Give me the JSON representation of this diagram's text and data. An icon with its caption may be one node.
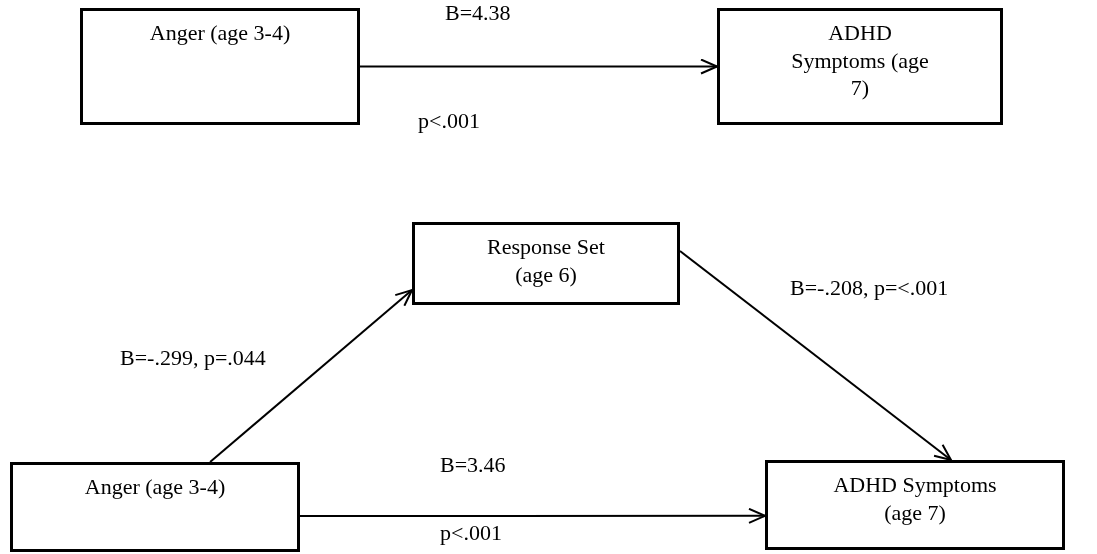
{
  "diagram": {
    "nodes": [
      {
        "text": [
          "Anger (age 3-4)"
        ]
      },
      {
        "text": [
          "ADHD Symptoms (age 7)"
        ]
      },
      {
        "text": [
          "Response Set (age 6)"
        ]
      },
      {
        "text": [
          "Anger (age 3-4)"
        ]
      },
      {
        "text": [
          "ADHD Symptoms (age 7)"
        ]
      }
    ],
    "edges": [
      {
        "from": 0,
        "to": 1,
        "arrow": "to",
        "label": "B=4.38"
      },
      {
        "from": 3,
        "to": 2,
        "arrow": "to",
        "label": "B=-.299, p=.044"
      },
      {
        "from": 2,
        "to": 4,
        "arrow": "to",
        "label": "B=-.208, p=<.001"
      },
      {
        "from": 3,
        "to": 4,
        "arrow": "to",
        "label": "B=3.46"
      }
    ],
    "labels": [
      "p<.001",
      "p<.001"
    ]
  }
}
